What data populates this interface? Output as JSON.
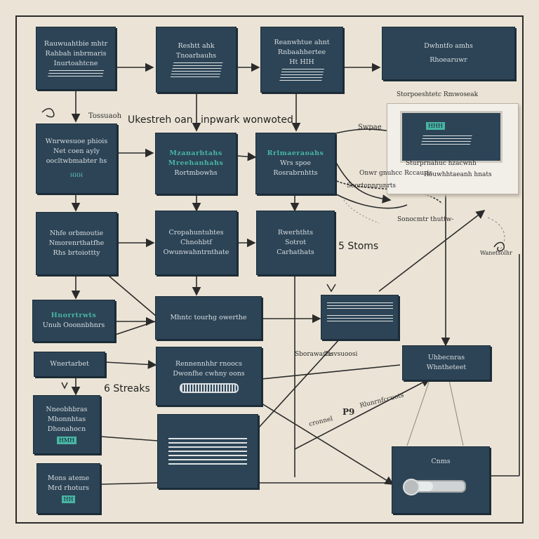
{
  "colors": {
    "background": "#ebe4d6",
    "box": "#2c4456",
    "accent": "#49b5a4",
    "line": "#2b2b2b"
  },
  "header_note": {
    "left": "Ukestreh oan",
    "right": "inpwark wonwoted"
  },
  "boxes": {
    "r1c1": [
      "Rauwuahtbie mhtr",
      "Rahbah inbrmaris",
      "Inurtoahtcne"
    ],
    "r1c2": [
      "Reshtt ahk",
      "Tnoarbauhs"
    ],
    "r1c3": [
      "Reanwhtue ahnt",
      "Rnbaahhertee",
      "Ht HIH"
    ],
    "r1c4": [
      "Dwhntfo amhs",
      "Rhoearuwr"
    ],
    "r2c1": [
      "Wnrwesuoe phiois",
      "Net coen ayly",
      "oocltwbmabter hs"
    ],
    "r2c2": [
      "Mzanarhtahs",
      "Mreehanhahs",
      "Rortmbowhs"
    ],
    "r2c3": [
      "Rrlmaeraoahs",
      "Wrs spoe",
      "Rosrabrnhtts"
    ],
    "r3c1": [
      "Nhfe orbmoutie",
      "Nmorenrthatfhe",
      "Rhs brtoiottty"
    ],
    "r3c2": [
      "Cropahuntuhtes",
      "Chnohbtf",
      "Owunwahntrnthate"
    ],
    "r3c3": [
      "Rwerhthts",
      "Sotrot",
      "Carhathats"
    ],
    "r4c1": [
      "Hnorrtrwts",
      "Unuh Ooonnbhnrs"
    ],
    "r4c2": [
      "Mhntc tourhg owerthe"
    ],
    "r5c1": [
      "Wnertarbet"
    ],
    "r5c2": [
      "Rennennhhr rnoocs",
      "Dwonfhe cwhny oons"
    ],
    "r5c4": [
      "Uhbecnras",
      "Whntheteet"
    ],
    "r6c1": [
      "Nneobhbras",
      "Mhonnhtas",
      "Dhonahocn"
    ],
    "r7c1": [
      "Mons ateme",
      "Mrd rhoturs"
    ],
    "r7c4": [
      "Cnms"
    ]
  },
  "badges": {
    "r6c1": "HMH",
    "r7c1": "HH",
    "r2c1": "HHH"
  },
  "annotations": {
    "a1": "Tossuaoh",
    "a2": "Swpae",
    "a3": "Storpoeshtetc Rmwoseak",
    "a4": "Sturprnahuc hzacwnh",
    "a5": "Onwr gnuhcc Rccauris",
    "a6": "Scortonnrunrts",
    "a7": "Rouwhhtaeanh hnats",
    "a8": "Sonocmtr thuttw-",
    "a9": "Sborawanh:",
    "a10": "Tisvsuoosi",
    "a11": "Rlunrnfccuots",
    "a12": "cronnel",
    "a13": "Wanetsolhr"
  },
  "labels": {
    "strong1": "5 Stoms",
    "strong2": "6 Streaks",
    "p9": "P9"
  },
  "progress": {
    "value": 0.45
  }
}
